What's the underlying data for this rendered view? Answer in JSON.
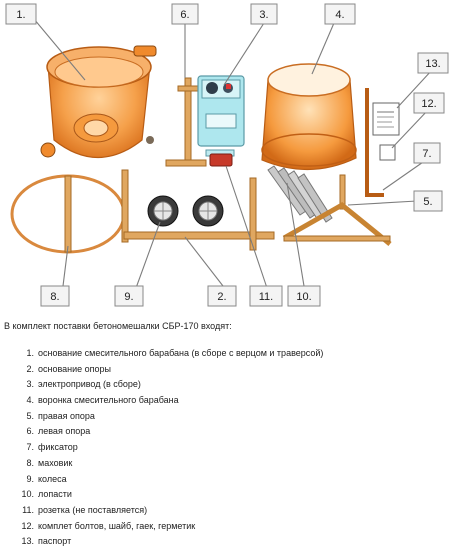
{
  "figure": {
    "callouts": [
      "1.",
      "6.",
      "3.",
      "4.",
      "13.",
      "12.",
      "7.",
      "5.",
      "8.",
      "9.",
      "2.",
      "11.",
      "10."
    ]
  },
  "intro": "В комплект поставки бетономешалки СБР-170 входят:",
  "parts": [
    {
      "num": "1.",
      "text": "основание смесительного барабана (в сборе с верцом и траверсой)"
    },
    {
      "num": "2.",
      "text": "основание опоры"
    },
    {
      "num": "3.",
      "text": "электропривод (в сборе)"
    },
    {
      "num": "4.",
      "text": "воронка смесительного барабана"
    },
    {
      "num": "5.",
      "text": "правая опора"
    },
    {
      "num": "6.",
      "text": "левая опора"
    },
    {
      "num": "7.",
      "text": "фиксатор"
    },
    {
      "num": "8.",
      "text": "маховик"
    },
    {
      "num": "9.",
      "text": "колеса"
    },
    {
      "num": "10.",
      "text": "лопасти"
    },
    {
      "num": "11.",
      "text": "розетка (не поставляется)"
    },
    {
      "num": "12.",
      "text": "комплет болтов, шайб, гаек, герметик"
    },
    {
      "num": "13.",
      "text": "паспорт"
    }
  ]
}
